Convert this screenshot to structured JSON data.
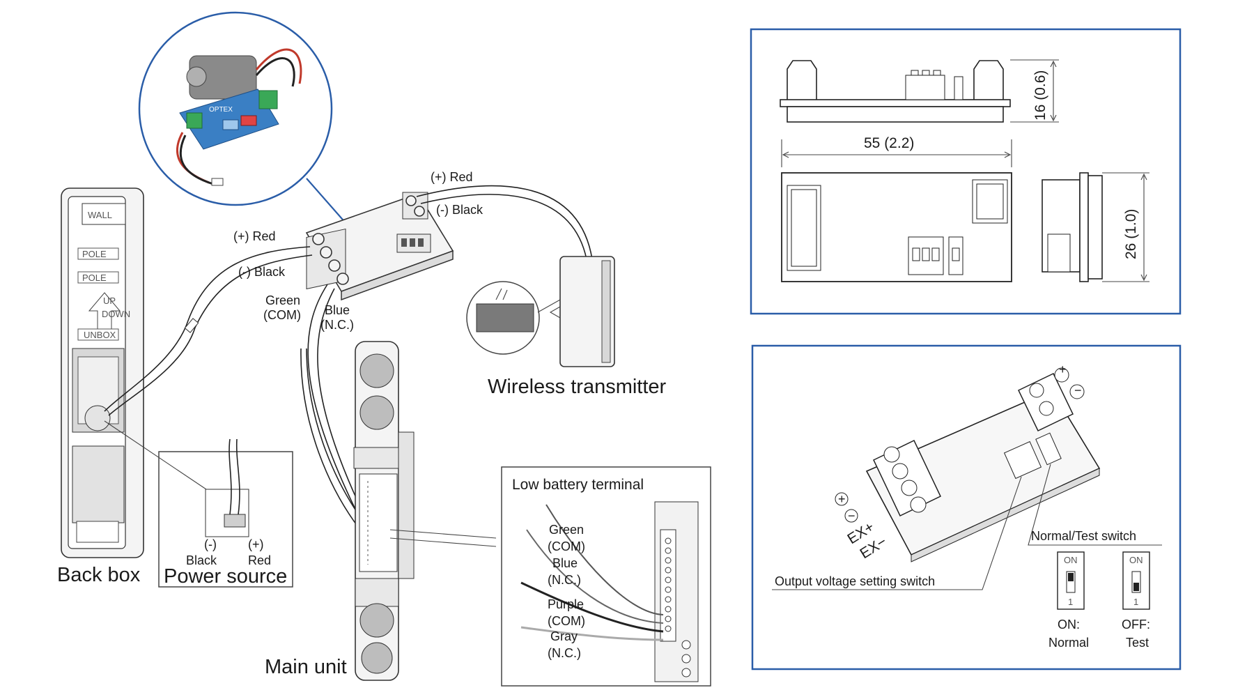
{
  "back_box": {
    "label": "Back box",
    "markings": [
      "WALL",
      "POLE",
      "POLE",
      "UP",
      "DOWN",
      "UNBOX"
    ]
  },
  "power_source": {
    "label": "Power source",
    "minus": "(-)",
    "minus_color": "Black",
    "plus": "(+)",
    "plus_color": "Red"
  },
  "module_wiring": {
    "red_left": "(+) Red",
    "black_left": "(-) Black",
    "red_right": "(+) Red",
    "black_right": "(-) Black",
    "green": "Green",
    "green_sub": "(COM)",
    "blue": "Blue",
    "blue_sub": "(N.C.)"
  },
  "photo_logo": "OPTEX",
  "wireless": {
    "label": "Wireless transmitter"
  },
  "main_unit": {
    "label": "Main unit"
  },
  "low_battery": {
    "title": "Low battery terminal",
    "wires": [
      {
        "name": "Green",
        "sub": "(COM)"
      },
      {
        "name": "Blue",
        "sub": "(N.C.)"
      },
      {
        "name": "Purple",
        "sub": "(COM)"
      },
      {
        "name": "Gray",
        "sub": "(N.C.)"
      }
    ]
  },
  "dimensions": {
    "height": "16 (0.6)",
    "width": "55 (2.2)",
    "depth": "26 (1.0)"
  },
  "switch_panel": {
    "plus": "+",
    "minus": "−",
    "ex_plus": "EX+",
    "ex_minus": "EX−",
    "output_voltage": "Output voltage setting switch",
    "normal_test": "Normal/Test switch",
    "on_mark": "ON",
    "one_mark": "1",
    "on_state": "ON:",
    "on_desc": "Normal",
    "off_state": "OFF:",
    "off_desc": "Test"
  },
  "colors": {
    "frame": "#2a5da8",
    "red_wire": "#c0392b",
    "board": "#3a7fc4",
    "terminal_green": "#3aa857"
  }
}
